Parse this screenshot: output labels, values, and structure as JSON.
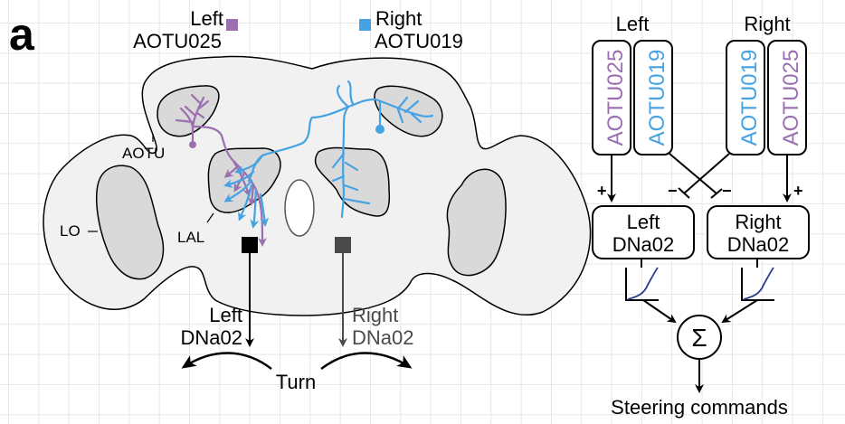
{
  "panel_label": "a",
  "colors": {
    "aotu025": "#9b6fb0",
    "aotu019": "#46a2e2",
    "left_dna02": "#000000",
    "right_dna02": "#4a4a4a",
    "brain_fill": "#f1f1f1",
    "neuropil_fill": "#d9d9d9",
    "curve": "#2a3a8c"
  },
  "brain": {
    "legend_left": {
      "line1": "Left",
      "line2": "AOTU025"
    },
    "legend_right": {
      "line1": "Right",
      "line2": "AOTU019"
    },
    "labels": {
      "aotu": "AOTU",
      "lo": "LO",
      "lal": "LAL"
    },
    "left_dna02": {
      "line1": "Left",
      "line2": "DNa02"
    },
    "right_dna02": {
      "line1": "Right",
      "line2": "DNa02"
    },
    "turn": "Turn"
  },
  "circuit": {
    "left_header": "Left",
    "right_header": "Right",
    "inputs": [
      {
        "label": "AOTU025",
        "side": "left",
        "sign": "+"
      },
      {
        "label": "AOTU019",
        "side": "left",
        "sign": "−"
      },
      {
        "label": "AOTU019",
        "side": "right",
        "sign": "−"
      },
      {
        "label": "AOTU025",
        "side": "right",
        "sign": "+"
      }
    ],
    "left_node": {
      "line1": "Left",
      "line2": "DNa02"
    },
    "right_node": {
      "line1": "Right",
      "line2": "DNa02"
    },
    "sum_symbol": "Σ",
    "output": "Steering commands"
  }
}
